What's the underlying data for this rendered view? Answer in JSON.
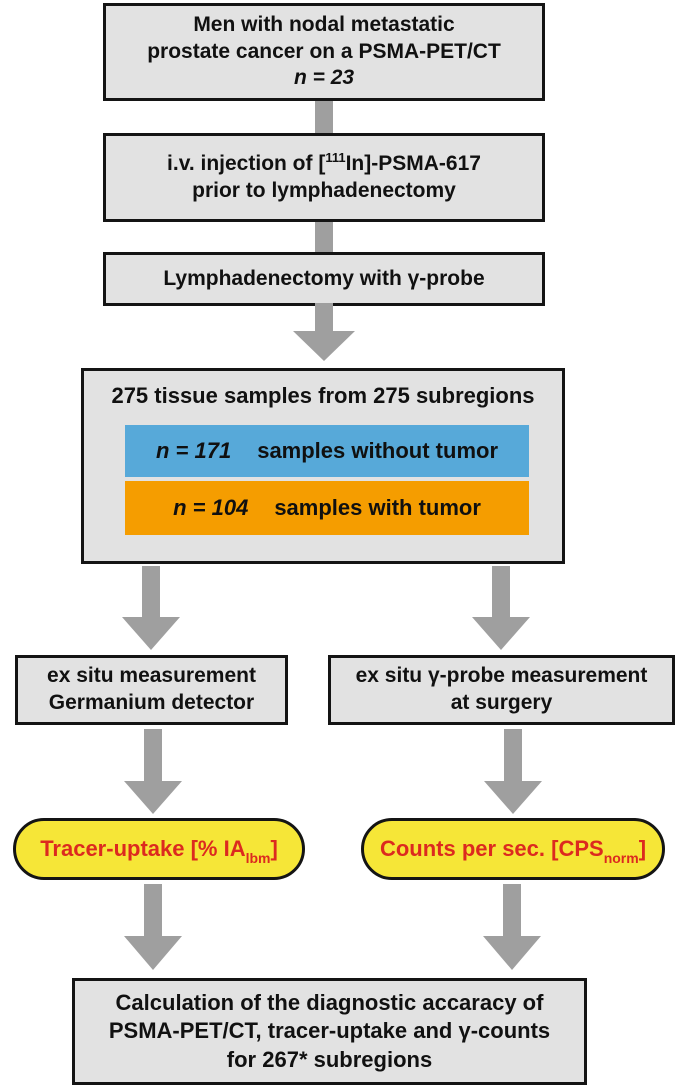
{
  "colors": {
    "box_fill": "#e2e2e2",
    "border": "#141414",
    "arrow": "#9f9f9f",
    "blue": "#57a9d9",
    "orange": "#f59d00",
    "yellow": "#f6e637",
    "red_text": "#dc2a1f",
    "text": "#111111"
  },
  "boxes": {
    "cohort": {
      "line1": "Men with nodal metastatic",
      "line2": "prostate cancer on a PSMA-PET/CT",
      "n_line": "n = 23"
    },
    "injection": {
      "line1_pre": "i.v. injection of [",
      "isotope": "111",
      "line1_post": "In]-PSMA-617",
      "line2": "prior to lymphadenectomy"
    },
    "lymphadenectomy": {
      "label": "Lymphadenectomy with γ-probe"
    },
    "samples": {
      "title": "275 tissue samples from 275 subregions",
      "without_tumor": {
        "n": "n = 171",
        "label": "samples without tumor"
      },
      "with_tumor": {
        "n": "n = 104",
        "label": "samples with tumor"
      }
    },
    "germanium": {
      "line1": "ex situ measurement",
      "line2": "Germanium detector"
    },
    "gamma_probe": {
      "line1": "ex situ γ-probe measurement",
      "line2": "at surgery"
    },
    "tracer_uptake": {
      "pre": "Tracer-uptake [% IA",
      "sub": "lbm",
      "post": "]"
    },
    "counts_per_sec": {
      "pre": "Counts per sec. [CPS",
      "sub": "norm",
      "post": "]"
    },
    "calculation": {
      "line1": "Calculation of the diagnostic accaracy of",
      "line2": "PSMA-PET/CT, tracer-uptake and γ-counts",
      "line3": "for 267* subregions"
    }
  }
}
